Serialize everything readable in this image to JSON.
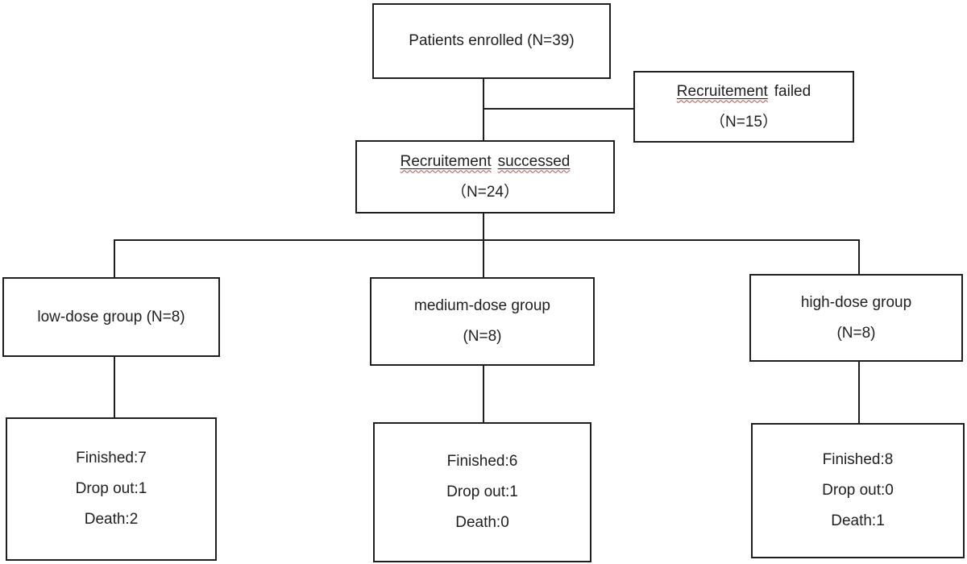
{
  "diagram": {
    "kind": "patient-enrollment-flowchart",
    "colors": {
      "line": "#1f1f1f",
      "text": "#1f1f1f",
      "spellcheck_squiggle": "#b25050",
      "background": "#ffffff"
    },
    "nodes": {
      "enrolled": {
        "label": "Patients enrolled (N=39)"
      },
      "failed": {
        "word1": "Recruitement",
        "word2": "failed",
        "line2": "（N=15）"
      },
      "successed": {
        "word1": "Recruitement",
        "word2": "successed",
        "line2": "（N=24）"
      },
      "low_group": {
        "label": "low-dose group (N=8)"
      },
      "medium_group": {
        "line1": "medium-dose group",
        "line2": "(N=8)"
      },
      "high_group": {
        "line1": "high-dose group",
        "line2": "(N=8)"
      },
      "low_outcome": {
        "finished": "Finished:7",
        "dropout": "Drop out:1",
        "death": "Death:2"
      },
      "medium_outcome": {
        "finished": "Finished:6",
        "dropout": "Drop out:1",
        "death": "Death:0"
      },
      "high_outcome": {
        "finished": "Finished:8",
        "dropout": "Drop out:0",
        "death": "Death:1"
      }
    }
  }
}
